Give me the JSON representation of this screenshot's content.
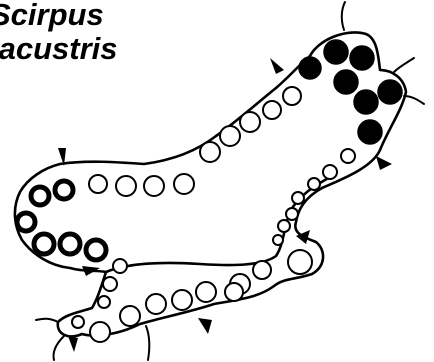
{
  "figure": {
    "species_line_1": "Scirpus",
    "species_line_2": "lacustris"
  },
  "legend_encoding": {
    "open_circle": "thin outline",
    "thick_circle": "thick outline",
    "filled_circle": "solid black"
  },
  "colors": {
    "ink": "#000000",
    "background": "#ffffff"
  }
}
